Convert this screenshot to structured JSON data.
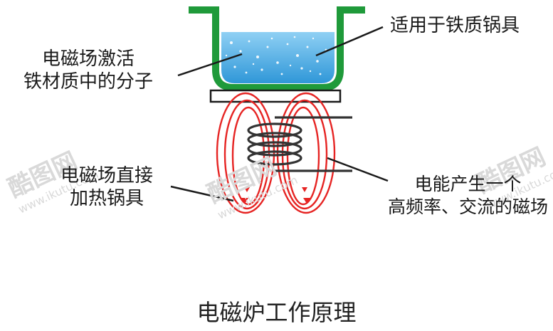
{
  "labels": {
    "top_right": "适用于铁质锅具",
    "left_top_line1": "电磁场激活",
    "left_top_line2": "铁材质中的分子",
    "left_mid_line1": "电磁场直接",
    "left_mid_line2": "加热锅具",
    "right_mid_line1": "电能产生一个",
    "right_mid_line2": "高频率、交流的磁场"
  },
  "title": "电磁炉工作原理",
  "watermark": {
    "brand": "酷图网",
    "url": "www.ikutu.com"
  },
  "colors": {
    "pot": "#1f9a3a",
    "water_top": "#8fd0f4",
    "water_bottom": "#2f97d8",
    "field_lines": "#e62423",
    "coil": "#333333",
    "plate": "#ffffff",
    "text": "#1a1a1a"
  }
}
